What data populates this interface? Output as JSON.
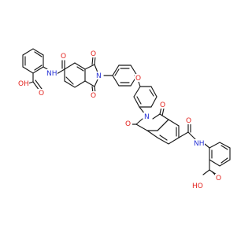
{
  "molecule": {
    "atom_colors": {
      "oxygen": "#e3241f",
      "nitrogen": "#2934d6",
      "bond": "#1a1a1a"
    },
    "labels": {
      "o_top_amide": "O",
      "nh_top": "NH",
      "oh_top": "OH",
      "o_top_acid": "O",
      "o_top_imide1": "O",
      "n_top": "N",
      "o_top_imide2": "O",
      "o_ether": "O",
      "n_bottom": "N",
      "o_bottom_imide1": "O",
      "o_bottom_imide2": "O",
      "o_bottom_amide": "O",
      "nh_bottom": "NH",
      "o_bottom_acid": "O",
      "oh_bottom": "HO"
    }
  }
}
